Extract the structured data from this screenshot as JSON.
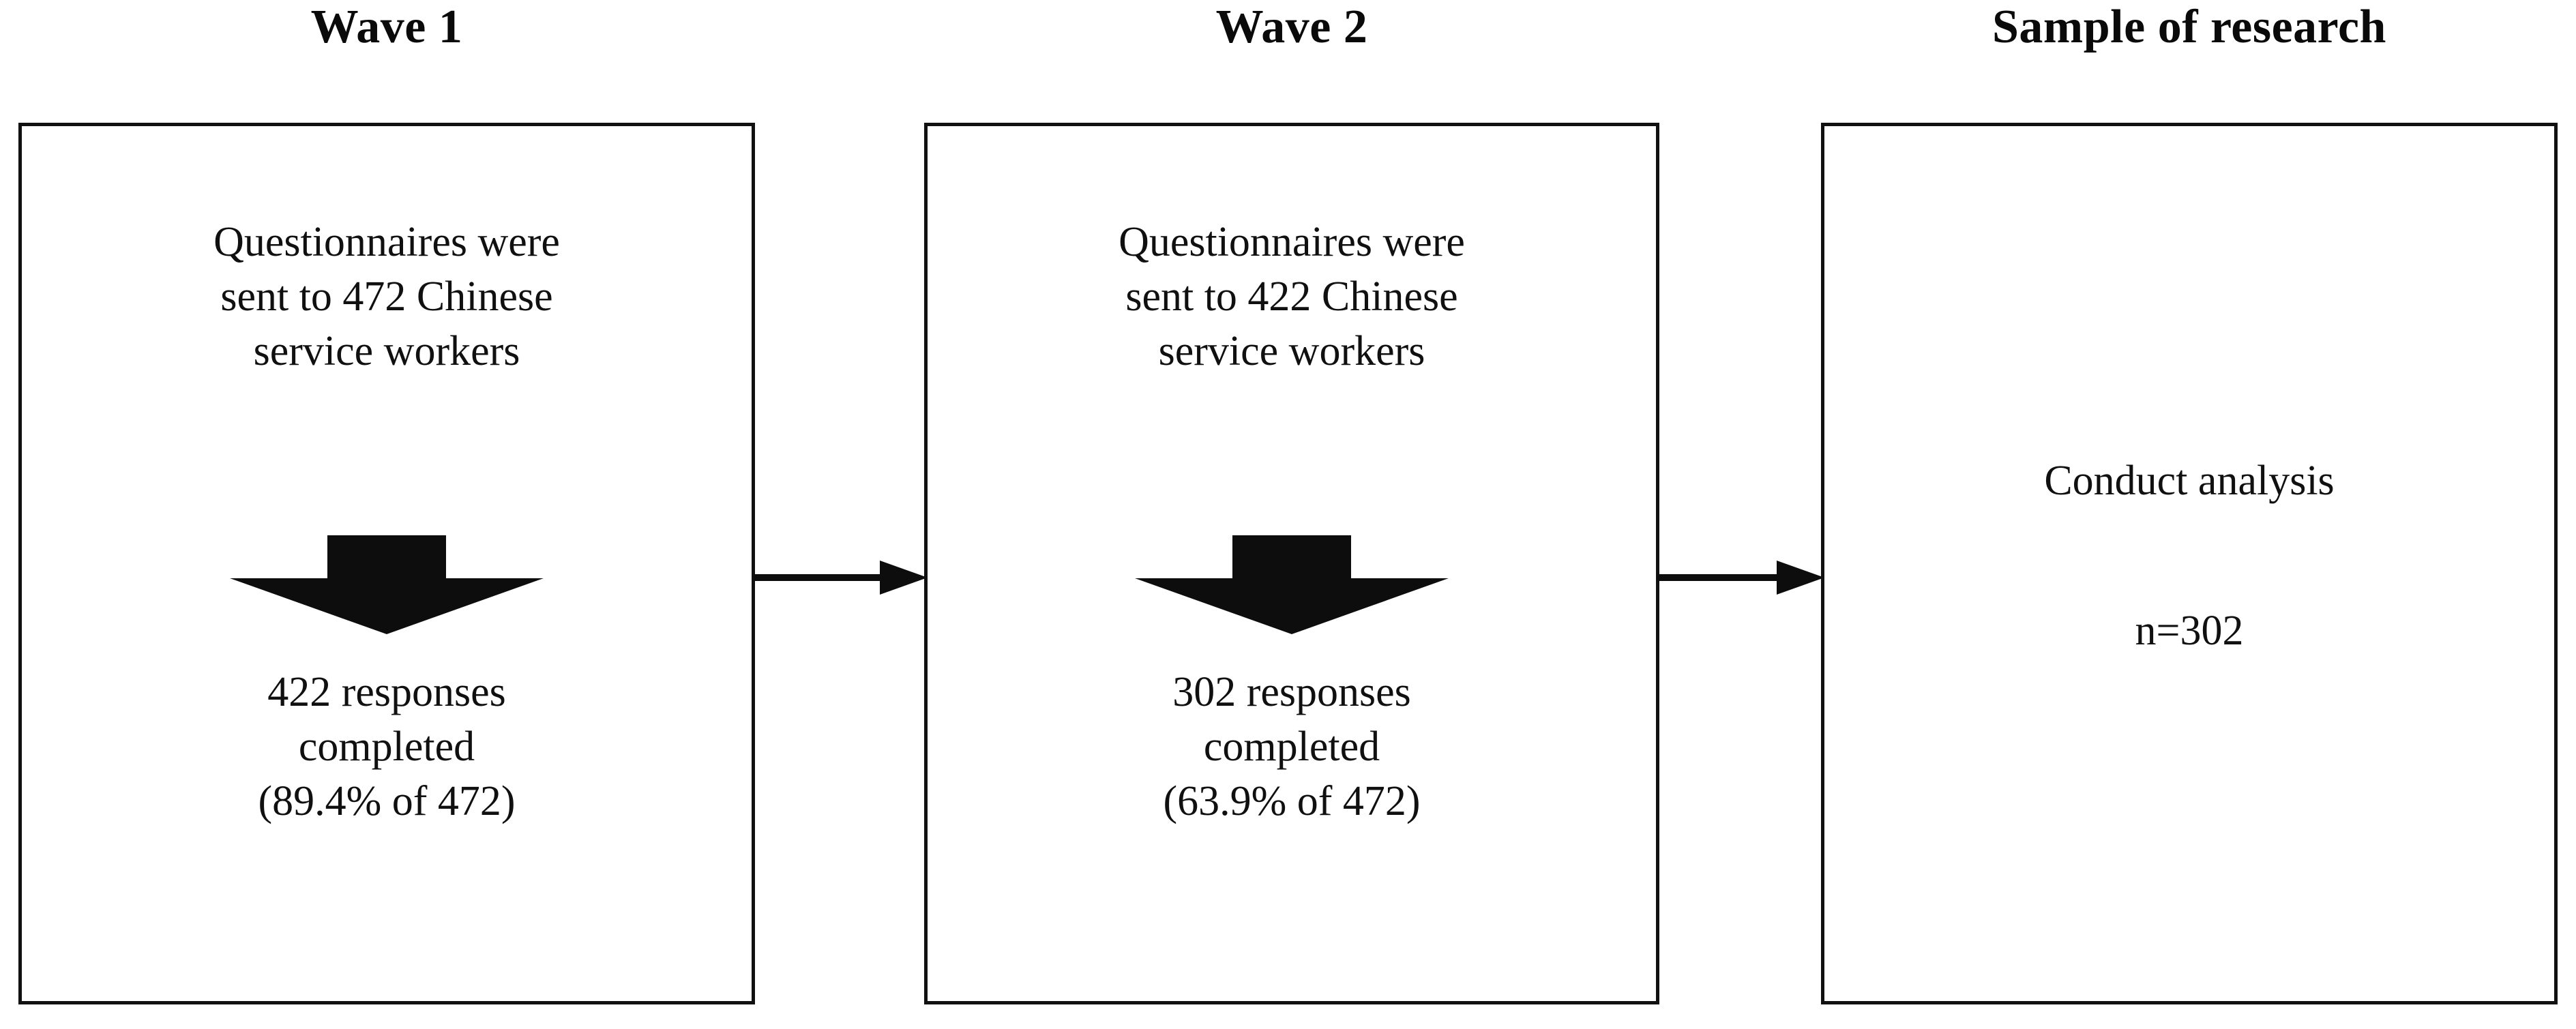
{
  "figure": {
    "type": "flowchart",
    "orientation": "left-to-right",
    "background_color": "#ffffff",
    "line_color": "#111111",
    "text_color": "#101010"
  },
  "columns": [
    {
      "title": "Wave 1",
      "box": {
        "top_text": "Questionnaires were\nsent to 472 Chinese\nservice workers",
        "bottom_text": "422 responses\ncompleted\n(89.4% of 472)",
        "has_down_arrow": true
      }
    },
    {
      "title": "Wave 2",
      "box": {
        "top_text": "Questionnaires were\nsent to 422 Chinese\nservice workers",
        "bottom_text": "302 responses\ncompleted\n(63.9% of 472)",
        "has_down_arrow": true
      }
    },
    {
      "title": "Sample of research",
      "box": {
        "line_a": "Conduct analysis",
        "line_b": "n=302",
        "has_down_arrow": false
      }
    }
  ],
  "connectors": [
    {
      "from": "Wave 1",
      "to": "Wave 2",
      "style": "solid-line-with-filled-arrowhead"
    },
    {
      "from": "Wave 2",
      "to": "Sample of research",
      "style": "solid-line-with-filled-arrowhead"
    }
  ],
  "values": {
    "wave1_sent": 472,
    "wave1_responses": 422,
    "wave1_rate_percent": 89.4,
    "wave2_sent": 422,
    "wave2_responses": 302,
    "wave2_rate_percent": 63.9,
    "final_sample_n": 302
  }
}
